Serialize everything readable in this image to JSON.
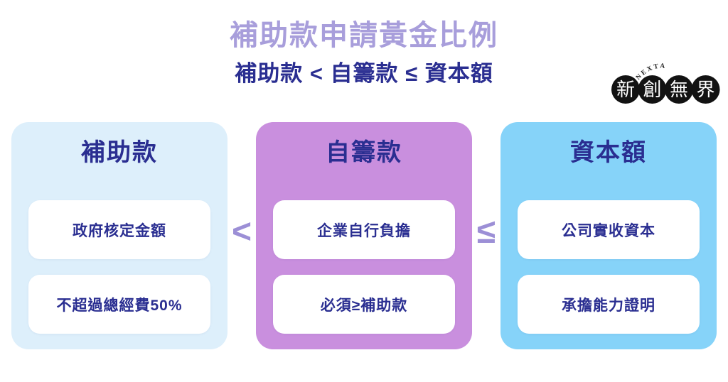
{
  "header": {
    "title": "補助款申請黃金比例",
    "title_color": "#a89edb",
    "formula": "補助款 < 自籌款 ≤ 資本額",
    "formula_color": "#2a2e91"
  },
  "logo": {
    "characters": [
      "新",
      "創",
      "無",
      "界"
    ],
    "subtext": "NEXTA",
    "circle_color": "#121212",
    "character_color": "#ffffff",
    "subtext_color": "#1a1a1a"
  },
  "comparison": {
    "operators": [
      "<",
      "≤"
    ],
    "operator_color": "#9c8fd6",
    "text_color": "#2a2e91",
    "cards": [
      {
        "title": "補助款",
        "background": "#ddeffb",
        "items": [
          "政府核定金額",
          "不超過總經費50%"
        ]
      },
      {
        "title": "自籌款",
        "background": "#c98fde",
        "items": [
          "企業自行負擔",
          "必須≥補助款"
        ]
      },
      {
        "title": "資本額",
        "background": "#86d3f9",
        "items": [
          "公司實收資本",
          "承擔能力證明"
        ]
      }
    ]
  }
}
